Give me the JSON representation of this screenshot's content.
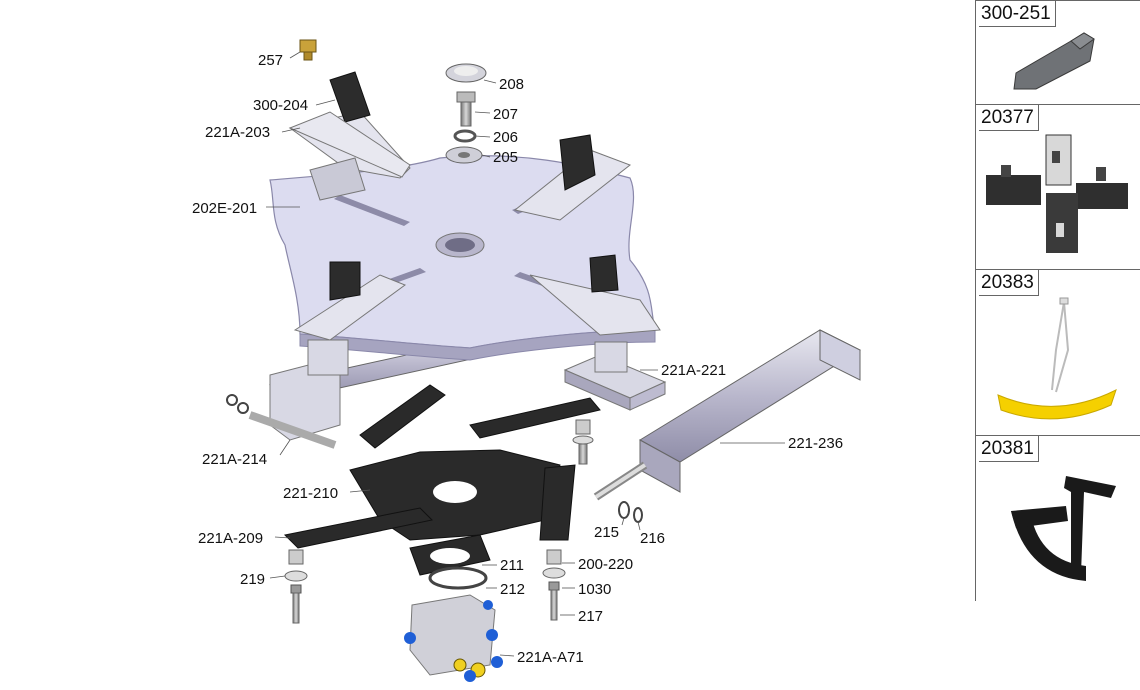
{
  "callouts": {
    "c257": "257",
    "c300_204": "300-204",
    "c221A_203": "221A-203",
    "c202E_201": "202E-201",
    "c208": "208",
    "c207": "207",
    "c206": "206",
    "c205": "205",
    "c221A_221": "221A-221",
    "c221A_214": "221A-214",
    "c221_236": "221-236",
    "c221_210": "221-210",
    "c215": "215",
    "c216": "216",
    "c221A_209": "221A-209",
    "c211": "211",
    "c200_220": "200-220",
    "c219": "219",
    "c212": "212",
    "c1030": "1030",
    "c217": "217",
    "c221A_A71": "221A-A71"
  },
  "sidebar": {
    "items": [
      {
        "code": "300-251",
        "icon": "jaw-insert-icon"
      },
      {
        "code": "20377",
        "icon": "clamp-set-icon"
      },
      {
        "code": "20383",
        "icon": "rim-protector-icon"
      },
      {
        "code": "20381",
        "icon": "bead-press-tool-icon"
      }
    ]
  },
  "colors": {
    "plate": "#d9d9ee",
    "plate_edge": "#9a98b8",
    "steel": "#c8c8d2",
    "dark_part": "#2a2a2a",
    "yellow": "#f5d000"
  }
}
